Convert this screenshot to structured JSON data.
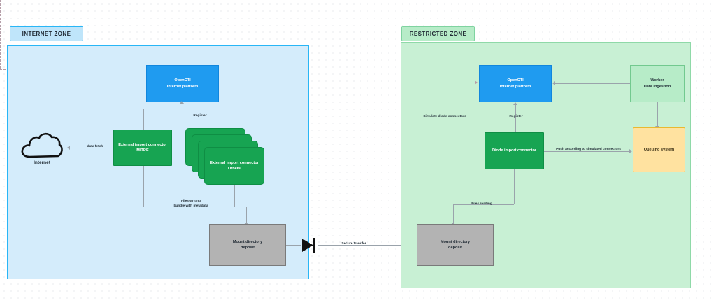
{
  "zones": {
    "internet": {
      "badge": "INTERNET ZONE"
    },
    "restricted": {
      "badge": "RESTRICTED ZONE"
    }
  },
  "nodes": {
    "internet_cloud": {
      "label": "Internet",
      "icon": "cloud-icon"
    },
    "opencti_internet": {
      "line1": "OpenCTI",
      "line2": "Internet platform",
      "color": "#1f9bf0"
    },
    "connector_mitre": {
      "line1": "External import connector",
      "line2": "MITRE",
      "color": "#17a452"
    },
    "connector_others": {
      "line1": "External import connector",
      "line2": "Others",
      "color": "#17a452",
      "stack_count": 4
    },
    "mount_dir_left": {
      "line1": "Mount directory",
      "line2": "deposit",
      "color": "#b3b3b3"
    },
    "mount_dir_right": {
      "line1": "Mount directory",
      "line2": "deposit",
      "color": "#b3b3b3"
    },
    "opencti_restricted": {
      "line1": "OpenCTI",
      "line2": "Internet platform",
      "color": "#1f9bf0"
    },
    "worker": {
      "line1": "Worker",
      "line2": "Data ingestion",
      "color": "#b7ecc8"
    },
    "diode_connector": {
      "line1": "Diode import connector",
      "color": "#17a452"
    },
    "queuing_system": {
      "line1": "Queuing system",
      "color": "#ffe2a0"
    }
  },
  "edges": {
    "data_fetch": "data fetch",
    "register_left": "Register",
    "files_writing": "Files writing\nbundle with metadata",
    "files_writing_l1": "Files writing",
    "files_writing_l2": "bundle with metadata",
    "secure_transfer": "Secure transfer",
    "files_reading": "Files reading",
    "register_right": "Register",
    "simulate_diode": "Simulate diode connectors",
    "push_simulated": "Push according to simulated connectors"
  },
  "symbols": {
    "diode": "data-diode-symbol"
  },
  "colors": {
    "zone_internet_fill": "#d4ecfb",
    "zone_internet_border": "#29b6f6",
    "zone_restricted_fill": "#c8f0d4",
    "zone_restricted_border": "#8fd9a8",
    "blue": "#1f9bf0",
    "green": "#17a452",
    "grey": "#b3b3b3",
    "yellow": "#ffe2a0",
    "edge": "#9aa3ab",
    "dashed_edge": "#b59ea8"
  }
}
